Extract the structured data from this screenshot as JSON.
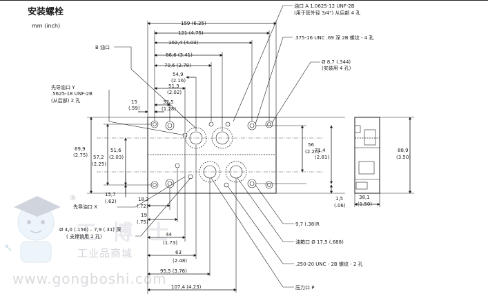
{
  "header": {
    "title": "安装螺栓",
    "units": "mm (inch)"
  },
  "labels": {
    "b_port": "B 油口",
    "pilot_y": [
      "先导油口 Y",
      ".5625-18 UNF-2B",
      "(从后部) 2 孔"
    ],
    "pilot_x": "先导油口 X",
    "dowel": [
      "Ø 4,0 (.156) – 7,9 (.31) 深",
      "( 支撑销用 2 孔)"
    ],
    "port_a": [
      "油口 A 1.0625-12 UNF-2B",
      "(用于管外径 3/4\") 从后部 4 孔"
    ],
    "thread_375": ".375-16 UNC .69 深 2B 螺纹 - 4 孔",
    "hole_87": [
      "Ø 8,7 (.344)",
      "(安装用 4 孔)"
    ],
    "radius": "9,7 (.38)R",
    "oil_port": "油箱口  Ø 17,5 (.688)",
    "thread_250": ".250-20 UNC - 2B 螺纹 - 2 孔",
    "pressure_port": "压力口 P"
  },
  "dimensions": {
    "d159": "159 (6.25)",
    "d121": "121 (4.75)",
    "d102": "102,4 (4.03)",
    "d86": "86,6 (3.41)",
    "d70": "70,6 (2.78)",
    "d54": [
      "54,9",
      "(2.16)"
    ],
    "d51": [
      "51,3",
      "(2.02)"
    ],
    "d32": [
      "32,5",
      "(1.28)"
    ],
    "d15": [
      "15",
      "(.59)"
    ],
    "d69": [
      "69,9",
      "(2.75)"
    ],
    "d57": [
      "57,2",
      "(2.25)"
    ],
    "d51b": [
      "51,6",
      "(2.03)"
    ],
    "d15_7": [
      "15,7",
      "(.62)"
    ],
    "d18": [
      "18,3",
      "(.72)"
    ],
    "d19": [
      "19",
      "(.75)"
    ],
    "d44": [
      "44",
      "(1.73)"
    ],
    "d63": [
      "63",
      "(2.48)"
    ],
    "d95": "95,5 (3.76)",
    "d107": "107,4 (4.23)",
    "d56": [
      "56",
      "(2.20)"
    ],
    "d71": [
      "71,4",
      "(2.81)"
    ],
    "d1_5": [
      "1,5",
      "(.06)"
    ],
    "d88": [
      "88,9",
      "(3.50)"
    ],
    "d38": [
      "38,1",
      "(1.50)"
    ]
  },
  "watermark": {
    "registered": "®",
    "brand": "工 博 士",
    "tagline": "工业品商城",
    "url": "www.gongboshi.com"
  }
}
